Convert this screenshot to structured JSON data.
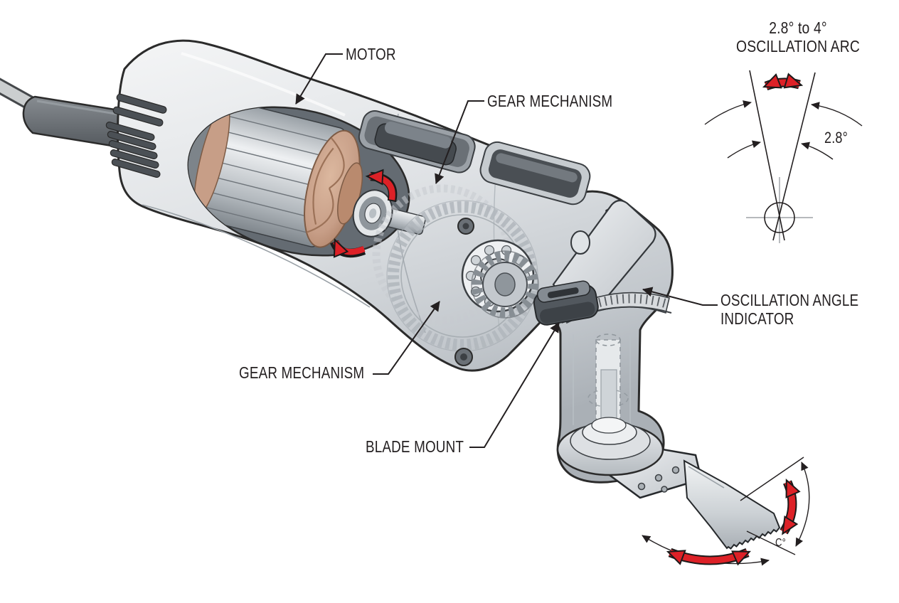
{
  "figure": {
    "type": "cutaway-diagram",
    "subject": "Oscillating multi-tool internals",
    "background": "#ffffff"
  },
  "labels": {
    "motor": "MOTOR",
    "gear_mechanism_top": "GEAR MECHANISM",
    "gear_mechanism_side": "GEAR MECHANISM",
    "blade_mount": "BLADE MOUNT",
    "oscillation_angle_indicator": "OSCILLATION ANGLE INDICATOR"
  },
  "oscillation_arc_diagram": {
    "title_line1": "2.8° to 4°",
    "title_line2": "OSCILLATION ARC",
    "angle_label": "2.8°"
  },
  "blade_detail": {
    "angle_label": "C°"
  },
  "colors": {
    "outline": "#231f20",
    "body_light": "#eef0f2",
    "body_mid": "#ccd1d5",
    "body_dark": "#4c5156",
    "copper": "#c79e87",
    "arrow_red": "#dd2127",
    "ghost_gear": "#b6bcc1"
  }
}
